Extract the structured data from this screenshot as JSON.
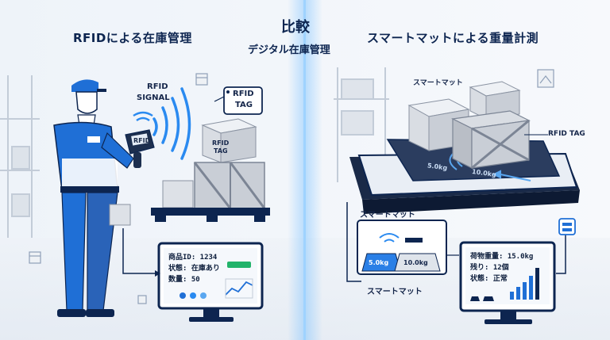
{
  "header": {
    "center_title": "比較",
    "center_subtitle": "デジタル在庫管理",
    "left_title": "RFIDによる在庫管理",
    "right_title": "スマートマットによる重量計測"
  },
  "left": {
    "signal_label_1": "RFID",
    "signal_label_2": "SIGNAL",
    "tag_label_1": "RFID",
    "tag_label_2": "TAG",
    "scanner_label": "RFID",
    "box_tag_1": "RFID",
    "box_tag_2": "TAG",
    "monitor": {
      "line1": "商品ID: 1234",
      "line2": "状態: 在庫あり",
      "line3": "数量: 50"
    }
  },
  "right": {
    "mat_label_top": "スマートマット",
    "rfid_tag": "RFID TAG",
    "mat_weight_1": "5.0kg",
    "mat_weight_2": "10.0kg",
    "mat_label_mid": "スマートマット",
    "weight_a": "5.0kg",
    "weight_b": "10.0kg",
    "mat_label_bottom": "スマートマット",
    "monitor": {
      "line1": "荷物重量: 15.0kg",
      "line2": "残り: 12個",
      "line3": "状態: 正常"
    }
  },
  "colors": {
    "navy": "#0d2550",
    "blue": "#1f6fd6",
    "light_blue": "#5aa7f0",
    "divider_glow": "#7cc2ff",
    "box": "#d9dde3",
    "crate": "#b9bec6"
  }
}
